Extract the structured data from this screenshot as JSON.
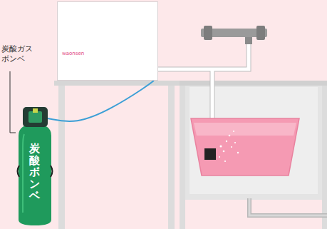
{
  "diagram": {
    "nodes": [
      {
        "text": [
          "waonsen"
        ]
      },
      {
        "text": [
          "炭酸ボンベ"
        ]
      }
    ],
    "edges": [
      {
        "from": 1,
        "to": 0,
        "arrow": "none"
      }
    ],
    "labels": [
      "炭酸ガス ボンベ"
    ]
  }
}
